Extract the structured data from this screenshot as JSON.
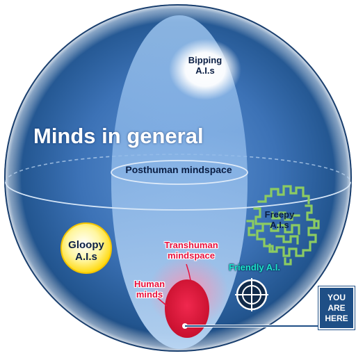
{
  "title": "Minds in general",
  "regions": {
    "posthuman": "Posthuman mindspace",
    "bipping": "Bipping\nA.I.s",
    "gloopy": "Gloopy\nA.I.s",
    "freepy": "Freepy\nA.I.s",
    "transhuman": "Transhuman\nmindspace",
    "human": "Human\nminds",
    "friendly": "Friendly A.I."
  },
  "marker": {
    "line1": "YOU",
    "line2": "ARE",
    "line3": "HERE"
  },
  "colors": {
    "sphere_blue": "#1d4f8c",
    "sphere_light": "#5a8ed0",
    "human_red": "#e01040",
    "freepy_green": "#8ccb62",
    "gloopy_yellow": "#ffd600",
    "friendly_teal": "#1ee0c8",
    "marker_box": "#1f4f86"
  },
  "icons": [
    "crosshair-icon"
  ]
}
